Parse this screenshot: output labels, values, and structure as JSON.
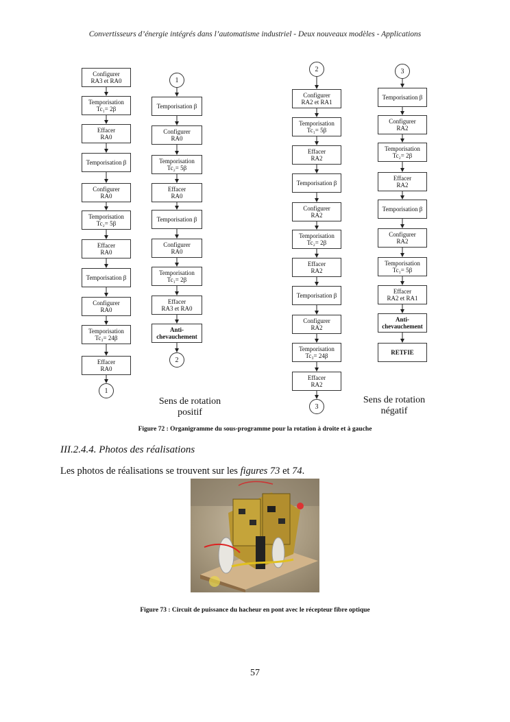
{
  "header": "Convertisseurs d’énergie intégrés dans l’automatisme industriel - Deux nouveaux modèles - Applications",
  "col1": [
    [
      "Configurer",
      "RA3 et RA0"
    ],
    [
      "Temporisation",
      "Tc₁= 2β"
    ],
    [
      "Effacer",
      "RA0"
    ],
    [
      "Temporisation β"
    ],
    [
      "Configurer",
      "RA0"
    ],
    [
      "Temporisation",
      "Tc₂= 5β"
    ],
    [
      "Effacer",
      "RA0"
    ],
    [
      "Temporisation β"
    ],
    [
      "Configurer",
      "RA0"
    ],
    [
      "Temporisation",
      "Tc₃= 24β"
    ],
    [
      "Effacer",
      "RA0"
    ]
  ],
  "col2": [
    [
      "Temporisation β"
    ],
    [
      "Configurer",
      "RA0"
    ],
    [
      "Temporisation",
      "Tc₂= 5β"
    ],
    [
      "Effacer",
      "RA0"
    ],
    [
      "Temporisation β"
    ],
    [
      "Configurer",
      "RA0"
    ],
    [
      "Temporisation",
      "Tc₁= 2β"
    ],
    [
      "Effacer",
      "RA3 et RA0"
    ],
    [
      "Anti-",
      "chevauchement"
    ]
  ],
  "col3": [
    [
      "Configurer",
      "RA2 et RA1"
    ],
    [
      "Temporisation",
      "Tc₁= 5β"
    ],
    [
      "Effacer",
      "RA2"
    ],
    [
      "Temporisation β"
    ],
    [
      "Configurer",
      "RA2"
    ],
    [
      "Temporisation",
      "Tc₂= 2β"
    ],
    [
      "Effacer",
      "RA2"
    ],
    [
      "Temporisation β"
    ],
    [
      "Configurer",
      "RA2"
    ],
    [
      "Temporisation",
      "Tc₃= 24β"
    ],
    [
      "Effacer",
      "RA2"
    ]
  ],
  "col4": [
    [
      "Temporisation β"
    ],
    [
      "Configurer",
      "RA2"
    ],
    [
      "Temporisation",
      "Tc₂= 2β"
    ],
    [
      "Effacer",
      "RA2"
    ],
    [
      "Temporisation β"
    ],
    [
      "Configurer",
      "RA2"
    ],
    [
      "Temporisation",
      "Tc₁= 5β"
    ],
    [
      "Effacer",
      "RA2 et RA1"
    ],
    [
      "Anti-",
      "chevauchement"
    ],
    [
      "RETFIE"
    ]
  ],
  "connectors": {
    "col1_end": "1",
    "col2_start": "1",
    "col2_end": "2",
    "col3_start": "2",
    "col3_end": "3",
    "col4_start": "3"
  },
  "sens_positif": [
    "Sens de rotation",
    "positif"
  ],
  "sens_negatif": [
    "Sens de rotation",
    "négatif"
  ],
  "figure72_caption": "Figure 72 : Organigramme du sous-programme pour la rotation à droite et à gauche",
  "section_title": "III.2.4.4. Photos des réalisations",
  "para": {
    "before": "Les photos de réalisations se trouvent sur les ",
    "fig_ref": "figures 73",
    "middle": " et ",
    "fig_ref2": "74",
    "end": "."
  },
  "figure73_caption": "Figure 73 : Circuit de puissance du hacheur en pont avec le récepteur fibre optique",
  "page_number": "57"
}
